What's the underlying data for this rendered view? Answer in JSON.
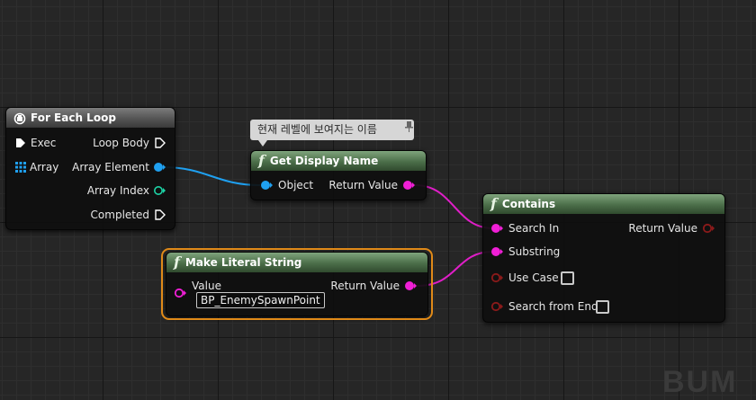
{
  "colors": {
    "exec_pin": "#ffffff",
    "object_pin": "#1fa0f0",
    "integer_pin": "#1dd3a6",
    "string_pin": "#f01fd6",
    "bool_pin": "#8c1a1a",
    "selected_outline": "#e08a18",
    "function_header": "#4b6e49",
    "macro_header": "#545454"
  },
  "for_each_loop": {
    "title": "For Each Loop",
    "icon": "loop-macro-icon",
    "inputs": [
      {
        "label": "Exec",
        "type": "exec"
      },
      {
        "label": "Array",
        "type": "array"
      }
    ],
    "outputs": [
      {
        "label": "Loop Body",
        "type": "exec"
      },
      {
        "label": "Array Element",
        "type": "object"
      },
      {
        "label": "Array Index",
        "type": "integer"
      },
      {
        "label": "Completed",
        "type": "exec"
      }
    ]
  },
  "comment_bubble": {
    "text": "현재 레벨에 보여지는 이름",
    "pin_glyph": "pin-icon"
  },
  "get_display_name": {
    "title": "Get Display Name",
    "icon": "function-icon",
    "input_label": "Object",
    "output_label": "Return Value"
  },
  "make_literal_string": {
    "title": "Make Literal String",
    "icon": "function-icon",
    "input_label": "Value",
    "input_value": "BP_EnemySpawnPoint",
    "output_label": "Return Value"
  },
  "contains": {
    "title": "Contains",
    "icon": "function-icon",
    "inputs": [
      "Search In",
      "Substring",
      "Use Case",
      "Search from End"
    ],
    "output_label": "Return Value"
  },
  "watermark": "BUM"
}
